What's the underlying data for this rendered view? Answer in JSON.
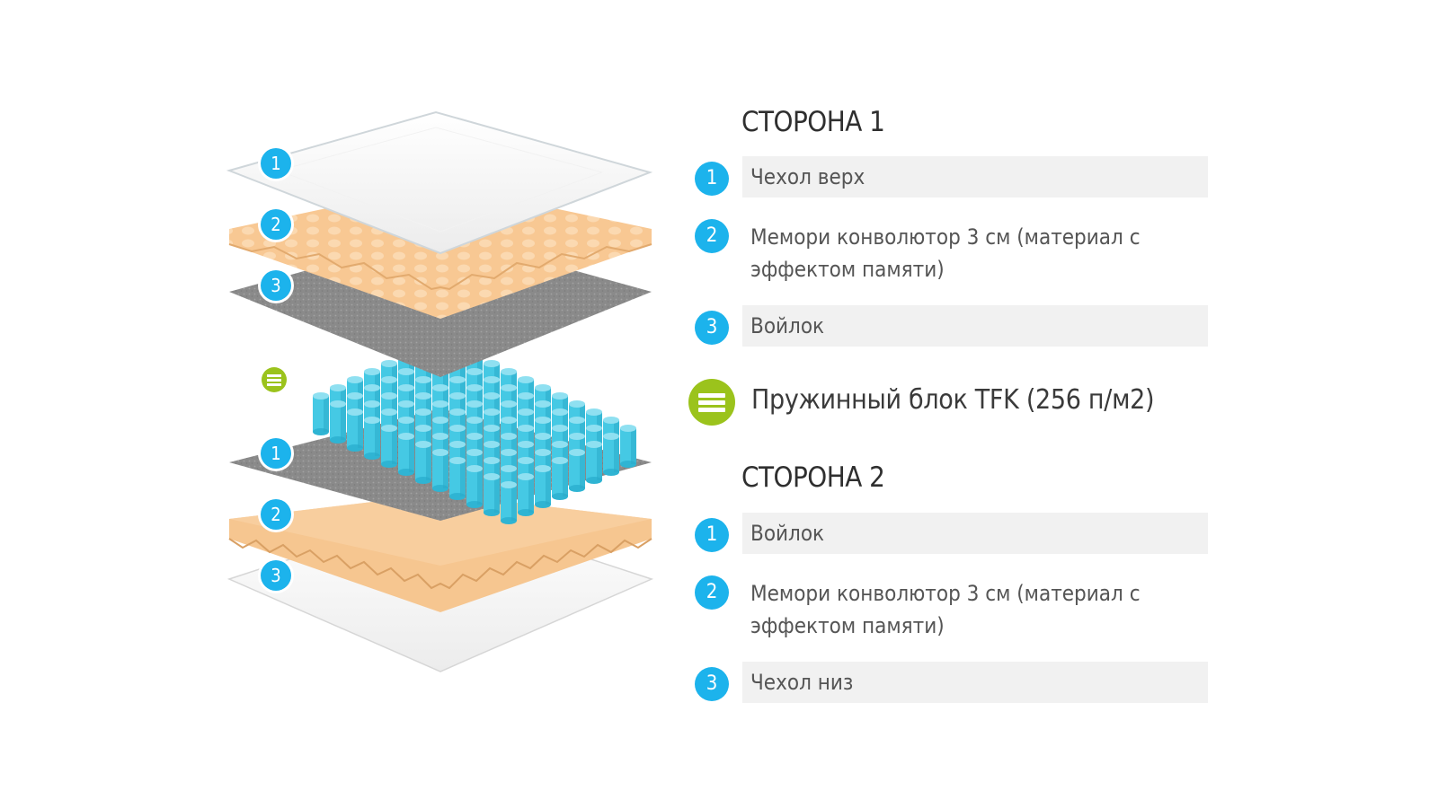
{
  "colors": {
    "marker_blue": "#1cb3ec",
    "spring_green": "#9bc31c",
    "foam": "#f7c997",
    "felt": "#8f8f8f",
    "spring_blue": "#45c9e4",
    "row_bg": "#f1f1f1"
  },
  "illustration": {
    "layer_markers": [
      "1",
      "2",
      "3",
      "1",
      "2",
      "3"
    ]
  },
  "side1": {
    "title": "СТОРОНА 1",
    "items": [
      {
        "num": "1",
        "label": "Чехол верх"
      },
      {
        "num": "2",
        "label": "Мемори конволютор 3 см (материал с",
        "label2": "эффектом памяти)"
      },
      {
        "num": "3",
        "label": "Войлок"
      }
    ]
  },
  "spring": {
    "icon": "spring-block-icon",
    "label": "Пружинный блок TFK (256 п/м2)"
  },
  "side2": {
    "title": "СТОРОНА 2",
    "items": [
      {
        "num": "1",
        "label": "Войлок"
      },
      {
        "num": "2",
        "label": "Мемори конволютор 3 см (материал с",
        "label2": "эффектом памяти)"
      },
      {
        "num": "3",
        "label": "Чехол низ"
      }
    ]
  }
}
